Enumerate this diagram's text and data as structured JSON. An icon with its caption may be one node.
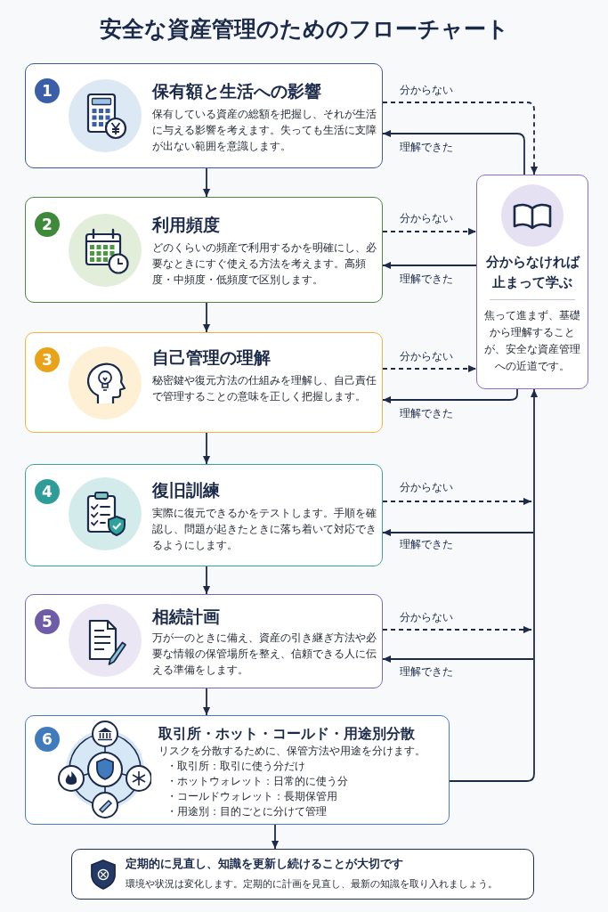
{
  "diagram": {
    "title": "安全な資産管理のためのフローチャート",
    "nodes": [
      {
        "text": [
          "1",
          "保有額と生活への影響",
          "保有している資産の総額を把握し、それが生活に与える影響を考えます。失っても生活に支障が出ない範囲を意識します。"
        ]
      },
      {
        "text": [
          "2",
          "利用頻度",
          "どのくらいの頻産で利用するかを明確にし、必要なときにすぐ使える方法を考えます。高頻度・中頻度・低頻度で区別します。"
        ]
      },
      {
        "text": [
          "3",
          "自己管理の理解",
          "秘密鍵や復元方法の仕組みを理解し、自己責任で管理することの意味を正しく把握します。"
        ]
      },
      {
        "text": [
          "4",
          "復旧訓練",
          "実際に復元できるかをテストします。手順を確認し、問題が起きたときに落ち着いて対応できるようにします。"
        ]
      },
      {
        "text": [
          "5",
          "相続計画",
          "万が一のときに備え、資産の引き継ぎ方法や必要な情報の保管場所を整え、信頼できる人に伝える準備をします。"
        ]
      },
      {
        "text": [
          "6",
          "取引所・ホット・コールド・用途別分散",
          "リスクを分散するために、保管方法や用途を分けます。",
          "・取引所：取引に使う分だけ",
          "・ホットウォレット：日常的に使う分",
          "・コールドウォレット：長期保管用",
          "・用途別：目的ごとに分けて管理"
        ]
      },
      {
        "text": [
          "定期的に見直し、知識を更新し続けることが大切です",
          "環境や状況は変化します。定期的に計画を見直し、最新の知識を取り入れましょう。"
        ]
      },
      {
        "text": [
          "分からなければ止まって学ぶ",
          "焦って進まず、基礎から理解することが、安全な資産管理への近道です。"
        ]
      }
    ],
    "edges": [
      {
        "from": 0,
        "to": 1,
        "arrow": "to"
      },
      {
        "from": 0,
        "to": 7,
        "arrow": "to",
        "label": "分からない",
        "style": "dashed"
      },
      {
        "from": 7,
        "to": 0,
        "arrow": "to",
        "label": "理解できた"
      },
      {
        "from": 1,
        "to": 2,
        "arrow": "to"
      },
      {
        "from": 1,
        "to": 7,
        "arrow": "to",
        "label": "分からない",
        "style": "dashed"
      },
      {
        "from": 7,
        "to": 1,
        "arrow": "to",
        "label": "理解できた"
      },
      {
        "from": 2,
        "to": 3,
        "arrow": "to"
      },
      {
        "from": 2,
        "to": 7,
        "arrow": "to",
        "label": "分からない",
        "style": "dashed"
      },
      {
        "from": 7,
        "to": 2,
        "arrow": "to",
        "label": "理解できた"
      },
      {
        "from": 3,
        "to": 4,
        "arrow": "to"
      },
      {
        "from": 3,
        "to": null,
        "arrow": "to",
        "label": "分からない",
        "style": "dashed"
      },
      {
        "from": null,
        "to": 3,
        "arrow": "to",
        "label": "理解できた"
      },
      {
        "from": 4,
        "to": 5,
        "arrow": "to"
      },
      {
        "from": 4,
        "to": null,
        "arrow": "to",
        "label": "分からない",
        "style": "dashed"
      },
      {
        "from": null,
        "to": 4,
        "arrow": "to",
        "label": "理解できた"
      },
      {
        "from": 5,
        "to": 6,
        "arrow": "to"
      },
      {
        "from": 5,
        "to": 7,
        "arrow": "to"
      }
    ]
  }
}
